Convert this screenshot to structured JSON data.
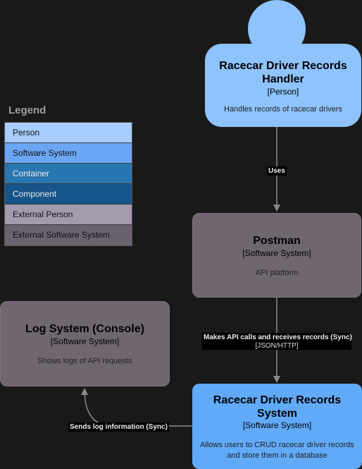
{
  "legend": {
    "title": "Legend",
    "items": [
      {
        "label": "Person",
        "bg": "#a6cdfc",
        "fg": "#111"
      },
      {
        "label": "Software System",
        "bg": "#6ba6f5",
        "fg": "#111"
      },
      {
        "label": "Container",
        "bg": "#2a76b0",
        "fg": "#e8e8e8"
      },
      {
        "label": "Component",
        "bg": "#17548a",
        "fg": "#e8e8e8"
      },
      {
        "label": "External Person",
        "bg": "#a39aae",
        "fg": "#111"
      },
      {
        "label": "External Software System",
        "bg": "#6b6270",
        "fg": "#111"
      }
    ]
  },
  "nodes": {
    "handler": {
      "title": "Racecar Driver Records Handler",
      "tag": "[Person]",
      "description": "Handles records of racecar drivers",
      "color": "#8ec3fb"
    },
    "postman": {
      "title": "Postman",
      "tag": "[Software System]",
      "description": "API platform",
      "color": "#6f6670"
    },
    "log": {
      "title": "Log System (Console)",
      "tag": "[Software System]",
      "description": "Shows logs of API requests",
      "color": "#6f6670"
    },
    "records": {
      "title": "Racecar Driver Records System",
      "tag": "[Software System]",
      "description": "Allows users to CRUD racecar driver records and store them in a database",
      "color": "#61aaf8"
    }
  },
  "edges": {
    "uses": {
      "label": "Uses"
    },
    "api": {
      "label": "Makes API calls and receives records (Sync)",
      "tech": "[JSON/HTTP]"
    },
    "log": {
      "label": "Sends log information (Sync)"
    }
  }
}
